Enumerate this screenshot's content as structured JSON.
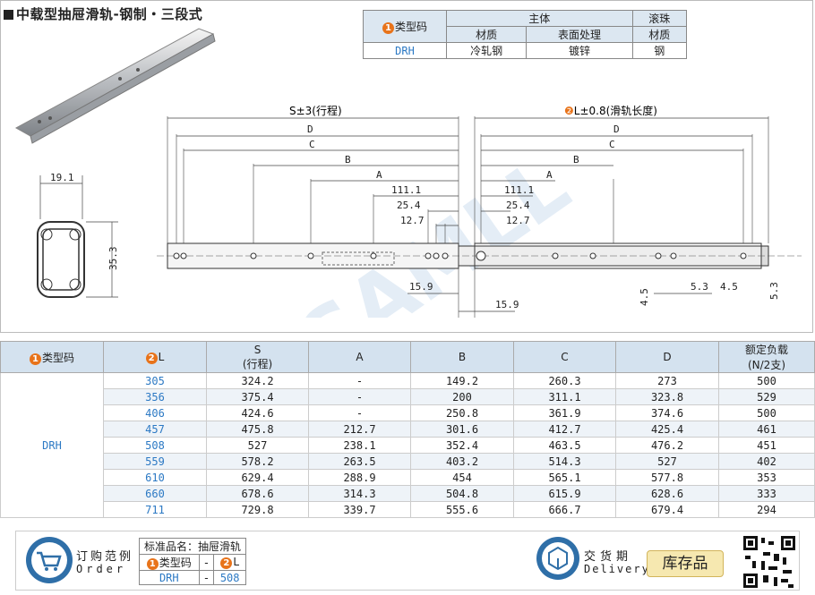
{
  "title": "中载型抽屉滑轨-钢制・三段式",
  "spec_table": {
    "type_code_label": "类型码",
    "main_body": "主体",
    "ball": "滚珠",
    "material": "材质",
    "surface": "表面处理",
    "ball_material": "材质",
    "row": {
      "code": "DRH",
      "material": "冷轧钢",
      "surface": "镀锌",
      "ball_material": "钢"
    }
  },
  "drawing": {
    "stroke_label": "S±3(行程)",
    "length_label": "L±0.8(滑轨长度)",
    "d": "D",
    "c": "C",
    "b": "B",
    "a": "A",
    "d111": "111.1",
    "d25": "25.4",
    "d12": "12.7",
    "d15": "15.9",
    "d19": "19.1",
    "d35": "35.3",
    "d45": "4.5",
    "d53": "5.3",
    "watermark": "SAMLL"
  },
  "main_table": {
    "headers": {
      "code": "类型码",
      "l": "L",
      "s1": "S",
      "s2": "(行程)",
      "a": "A",
      "b": "B",
      "c": "C",
      "d": "D",
      "load1": "额定负载",
      "load2": "(N/2支)"
    },
    "code": "DRH",
    "rows": [
      {
        "l": "305",
        "s": "324.2",
        "a": "-",
        "b": "149.2",
        "c": "260.3",
        "d": "273",
        "load": "500"
      },
      {
        "l": "356",
        "s": "375.4",
        "a": "-",
        "b": "200",
        "c": "311.1",
        "d": "323.8",
        "load": "529"
      },
      {
        "l": "406",
        "s": "424.6",
        "a": "-",
        "b": "250.8",
        "c": "361.9",
        "d": "374.6",
        "load": "500"
      },
      {
        "l": "457",
        "s": "475.8",
        "a": "212.7",
        "b": "301.6",
        "c": "412.7",
        "d": "425.4",
        "load": "461"
      },
      {
        "l": "508",
        "s": "527",
        "a": "238.1",
        "b": "352.4",
        "c": "463.5",
        "d": "476.2",
        "load": "451"
      },
      {
        "l": "559",
        "s": "578.2",
        "a": "263.5",
        "b": "403.2",
        "c": "514.3",
        "d": "527",
        "load": "402"
      },
      {
        "l": "610",
        "s": "629.4",
        "a": "288.9",
        "b": "454",
        "c": "565.1",
        "d": "577.8",
        "load": "353"
      },
      {
        "l": "660",
        "s": "678.6",
        "a": "314.3",
        "b": "504.8",
        "c": "615.9",
        "d": "628.6",
        "load": "333"
      },
      {
        "l": "711",
        "s": "729.8",
        "a": "339.7",
        "b": "555.6",
        "c": "666.7",
        "d": "679.4",
        "load": "294"
      }
    ]
  },
  "order": {
    "title_cn": "订购范例",
    "title_en": "Order",
    "std_name": "标准品名：抽屉滑轨",
    "code_label": "类型码",
    "dash": "-",
    "l_label": "L",
    "code": "DRH",
    "l": "508"
  },
  "delivery": {
    "title_cn": "交货期",
    "title_en": "Delivery",
    "stock": "库存品"
  },
  "colors": {
    "accent": "#e8731a",
    "blue": "#2c79c4",
    "header_bg": "#d4e2ef"
  }
}
